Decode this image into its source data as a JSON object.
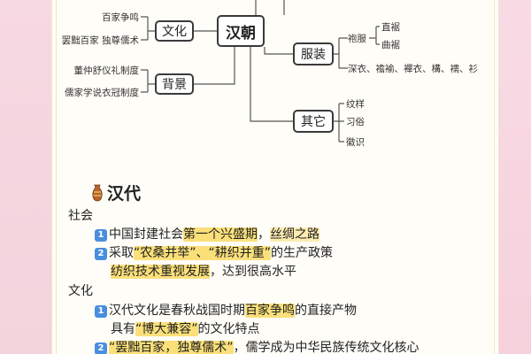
{
  "mindmap": {
    "center": "汉朝",
    "culture": {
      "label": "文化",
      "items": [
        "百家争鸣",
        "罢黜百家  独尊儒术"
      ]
    },
    "background": {
      "label": "背景",
      "items": [
        "董仲舒仪礼制度",
        "儒家学说衣冠制度"
      ]
    },
    "clothing": {
      "label": "服装",
      "robe": {
        "label": "袍服",
        "items": [
          "直裾",
          "曲裾"
        ]
      },
      "others": "深衣、襜褕、襌衣、構、襦、衫"
    },
    "other": {
      "label": "其它",
      "items": [
        "纹样",
        "习俗",
        "徽识"
      ]
    }
  },
  "section": {
    "icon": "vase-icon",
    "title": "汉代",
    "society": {
      "label": "社会",
      "lines": [
        {
          "num": "1",
          "pre": "中国封建社会",
          "hl1": "第一个兴盛期",
          "mid": "，",
          "hl2": "丝绸之路",
          "post": ""
        },
        {
          "num": "2",
          "pre": "采取",
          "hl1": "“农桑并举”、“耕织并重”",
          "mid": "的生产政策",
          "hl2": "",
          "post": ""
        }
      ],
      "continuation": {
        "hl": "纺织技术重视发展",
        "post": "，达到很高水平"
      }
    },
    "culture": {
      "label": "文化",
      "lines": [
        {
          "num": "1",
          "pre": "汉代文化是春秋战国时期",
          "hl1": "百家争鸣",
          "mid": "的直接产物",
          "hl2": "",
          "post": ""
        }
      ],
      "continuation": {
        "pre": "具有",
        "hl": "“博大兼容”",
        "post": "的文化特点"
      },
      "line2": {
        "num": "2",
        "hl": "“罢黜百家，独尊儒术”",
        "post": "，儒学成为中华民族传统文化核心"
      }
    }
  },
  "colors": {
    "highlight": "#fbe07a",
    "number_badge": "#4a8ee0",
    "background": "#f6d6df",
    "card": "#fffdf7"
  }
}
